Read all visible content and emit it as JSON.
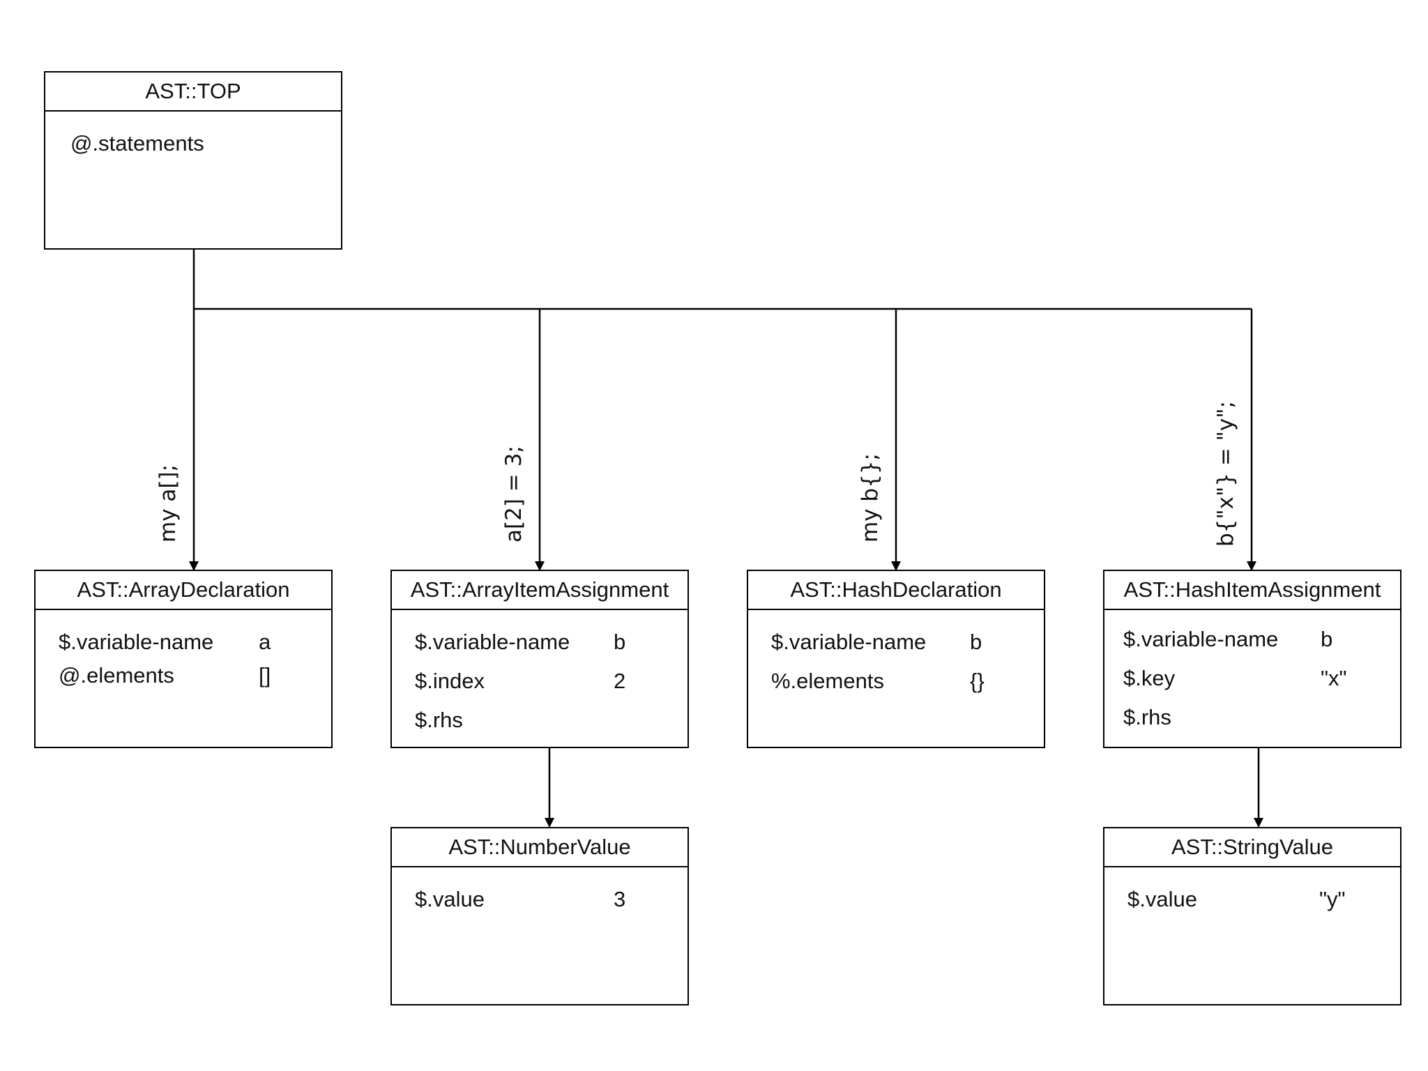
{
  "nodes": {
    "top": {
      "title": "AST::TOP",
      "fields": [
        "@.statements"
      ]
    },
    "array_declaration": {
      "title": "AST::ArrayDeclaration",
      "fields": [
        {
          "name": "$.variable-name",
          "value": "a"
        },
        {
          "name": "@.elements",
          "value": "[]"
        }
      ]
    },
    "array_item_assignment": {
      "title": "AST::ArrayItemAssignment",
      "fields": [
        {
          "name": "$.variable-name",
          "value": "b"
        },
        {
          "name": "$.index",
          "value": "2"
        },
        {
          "name": "$.rhs",
          "value": ""
        }
      ]
    },
    "hash_declaration": {
      "title": "AST::HashDeclaration",
      "fields": [
        {
          "name": "$.variable-name",
          "value": "b"
        },
        {
          "name": "%.elements",
          "value": "{}"
        }
      ]
    },
    "hash_item_assignment": {
      "title": "AST::HashItemAssignment",
      "fields": [
        {
          "name": "$.variable-name",
          "value": "b"
        },
        {
          "name": "$.key",
          "value": "\"x\""
        },
        {
          "name": "$.rhs",
          "value": ""
        }
      ]
    },
    "number_value": {
      "title": "AST::NumberValue",
      "fields": [
        {
          "name": "$.value",
          "value": "3"
        }
      ]
    },
    "string_value": {
      "title": "AST::StringValue",
      "fields": [
        {
          "name": "$.value",
          "value": "\"y\""
        }
      ]
    }
  },
  "edge_labels": {
    "array_declaration": "my a[];",
    "array_item_assignment": "a[2] = 3;",
    "hash_declaration": "my b{};",
    "hash_item_assignment": "b{\"x\"} = \"y\";"
  }
}
